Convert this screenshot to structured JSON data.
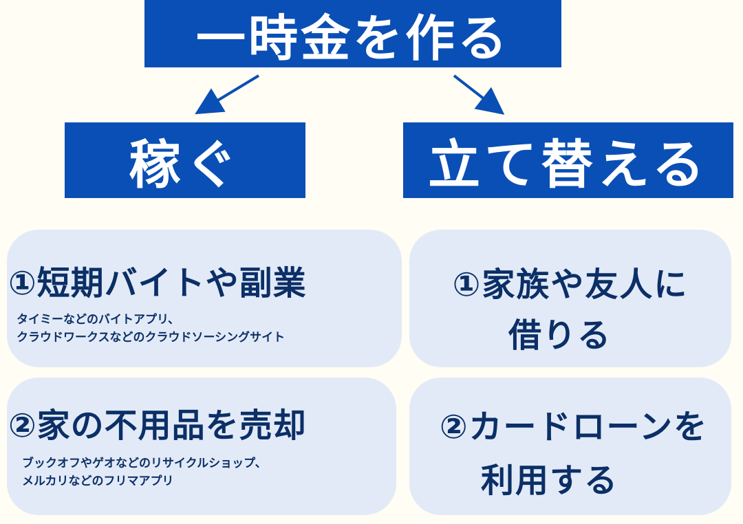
{
  "title": "一時金を作る",
  "categories": {
    "earn": "稼ぐ",
    "replace": "立て替える"
  },
  "cards": {
    "earn_1": {
      "title": "①短期バイトや副業",
      "desc_line1": "タイミーなどのバイトアプリ、",
      "desc_line2": "クラウドワークスなどのクラウドソーシングサイト"
    },
    "earn_2": {
      "title": "②家の不用品を売却",
      "desc_line1": "ブックオフやゲオなどのリサイクルショップ、",
      "desc_line2": "メルカリなどのフリマアプリ"
    },
    "replace_1": {
      "line1": "①家族や友人に",
      "line2": "借りる"
    },
    "replace_2": {
      "line1": "②カードローンを",
      "line2": "利用する"
    }
  },
  "colors": {
    "background": "#fffdf4",
    "header_blue": "#0a4fb5",
    "card_bg": "#e2eaf7",
    "text_navy": "#0b2f66"
  }
}
